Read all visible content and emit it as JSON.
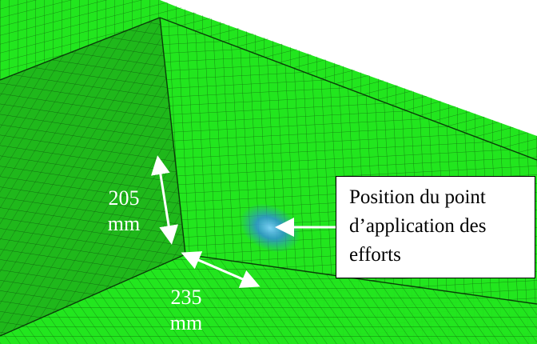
{
  "colors": {
    "mesh_fill": "#22e61e",
    "mesh_wall": "#1fb81b",
    "mesh_lines": "#0c4d0b",
    "load_spot": "#2f8fd6",
    "arrow": "#ffffff"
  },
  "annotations": {
    "height_value": "205",
    "height_unit": "mm",
    "width_value": "235",
    "width_unit": "mm",
    "callout_line1": "Position du point",
    "callout_line2": "d’application des",
    "callout_line3": "efforts"
  }
}
